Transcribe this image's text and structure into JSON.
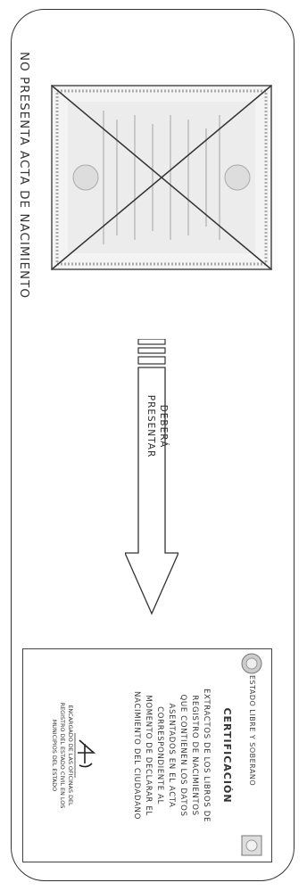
{
  "heading": "NO PRESENTA ACTA DE NACIMIENTO",
  "arrow_label_line1": "DEBERÁ",
  "arrow_label_line2": "PRESENTAR",
  "certificate": {
    "header": "ESTADO LIBRE Y SOBERANO",
    "title": "CERTIFICACIÓN",
    "body_lines": [
      "EXTRACTOS DE LOS LIBROS DE",
      "REGISTRO DE NACIMIENTOS",
      "QUE CONTIENEN LOS DATOS",
      "ASENTADOS EN EL ACTA",
      "CORRESPONDIENTE AL",
      "MOMENTO DE DECLARAR EL",
      "NACIMIENTO DEL CIUDADANO"
    ],
    "footer_lines": [
      "ENCARGADO DE LAS OFICINAS DEL",
      "REGISTRO DEL ESTADO CIVIL EN LOS",
      "MUNICIPIOS DEL ESTADO"
    ]
  }
}
